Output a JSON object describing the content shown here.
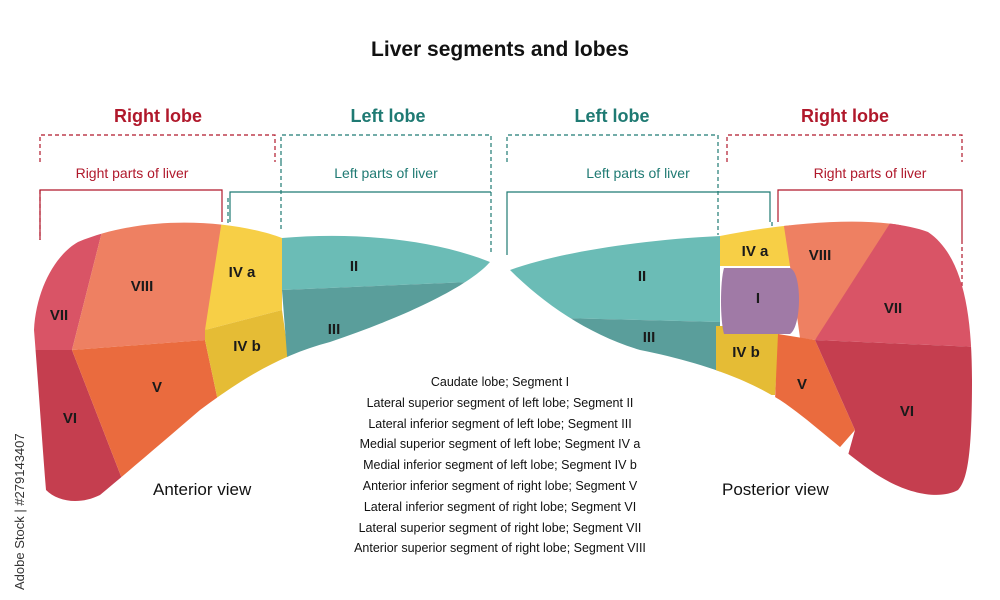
{
  "title": "Liver segments and lobes",
  "anterior": {
    "right_lobe": "Right lobe",
    "left_lobe": "Left lobe",
    "right_parts": "Right parts of liver",
    "left_parts": "Left parts of liver",
    "view_label": "Anterior view",
    "segments": {
      "vii": "VII",
      "viii": "VIII",
      "iva": "IV a",
      "ivb": "IV b",
      "ii": "II",
      "iii": "III",
      "v": "V",
      "vi": "VI"
    }
  },
  "posterior": {
    "left_lobe": "Left lobe",
    "right_lobe": "Right lobe",
    "left_parts": "Left parts of liver",
    "right_parts": "Right parts of liver",
    "view_label": "Posterior view",
    "segments": {
      "ii": "II",
      "iii": "III",
      "iva": "IV a",
      "i": "I",
      "ivb": "IV b",
      "viii": "VIII",
      "vii": "VII",
      "v": "V",
      "vi": "VI"
    }
  },
  "legend": [
    "Caudate lobe; Segment I",
    "Lateral superior segment of left lobe; Segment II",
    "Lateral inferior segment of left lobe; Segment III",
    "Medial superior segment of left lobe; Segment IV a",
    "Medial inferior segment of left lobe; Segment IV b",
    "Anterior inferior segment of right lobe; Segment V",
    "Lateral  inferior segment of right lobe; Segment VI",
    "Lateral  superior segment of right lobe; Segment VII",
    "Anterior superior segment of right lobe; Segment VIII"
  ],
  "watermark": "Adobe Stock | #279143407",
  "colors": {
    "right_lobe_text": "#b0182b",
    "left_lobe_text": "#1f7a73",
    "segment_ii": "#6bbcb6",
    "segment_iii": "#5a9e9b",
    "segment_iva": "#f7cf46",
    "segment_ivb": "#e5bc35",
    "segment_i": "#a07aa6",
    "segment_viii": "#ee8062",
    "segment_v": "#ea6b3e",
    "segment_vii": "#d95466",
    "segment_vi": "#c53e4f"
  }
}
